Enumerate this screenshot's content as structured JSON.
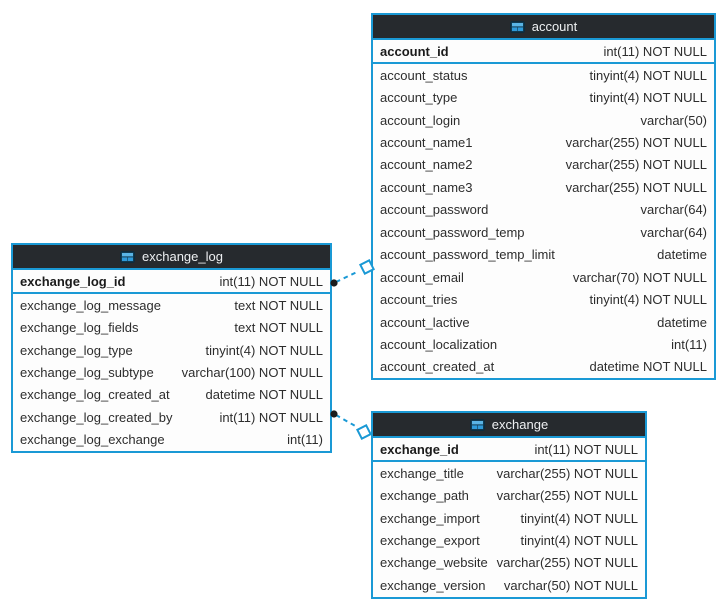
{
  "diagram": {
    "colors": {
      "accent": "#1a99d5",
      "header_bg": "#262a2e",
      "header_text": "#eef0f2",
      "row_text": "#2d2d2d",
      "canvas_bg": "#ffffff",
      "icon_blue": "#2f9ad9",
      "connector_dot": "#1c1c1c"
    },
    "tables": [
      {
        "title": "exchange_log",
        "icon": "table-grid-icon",
        "pk": {
          "name": "exchange_log_id",
          "type": "int(11) NOT NULL"
        },
        "fields": [
          {
            "name": "exchange_log_message",
            "type": "text NOT NULL"
          },
          {
            "name": "exchange_log_fields",
            "type": "text NOT NULL"
          },
          {
            "name": "exchange_log_type",
            "type": "tinyint(4) NOT NULL"
          },
          {
            "name": "exchange_log_subtype",
            "type": "varchar(100) NOT NULL"
          },
          {
            "name": "exchange_log_created_at",
            "type": "datetime NOT NULL"
          },
          {
            "name": "exchange_log_created_by",
            "type": "int(11) NOT NULL"
          },
          {
            "name": "exchange_log_exchange",
            "type": "int(11)"
          }
        ]
      },
      {
        "title": "account",
        "icon": "table-grid-icon",
        "pk": {
          "name": "account_id",
          "type": "int(11) NOT NULL"
        },
        "fields": [
          {
            "name": "account_status",
            "type": "tinyint(4) NOT NULL"
          },
          {
            "name": "account_type",
            "type": "tinyint(4) NOT NULL"
          },
          {
            "name": "account_login",
            "type": "varchar(50)"
          },
          {
            "name": "account_name1",
            "type": "varchar(255) NOT NULL"
          },
          {
            "name": "account_name2",
            "type": "varchar(255) NOT NULL"
          },
          {
            "name": "account_name3",
            "type": "varchar(255) NOT NULL"
          },
          {
            "name": "account_password",
            "type": "varchar(64)"
          },
          {
            "name": "account_password_temp",
            "type": "varchar(64)"
          },
          {
            "name": "account_password_temp_limit",
            "type": "datetime"
          },
          {
            "name": "account_email",
            "type": "varchar(70) NOT NULL"
          },
          {
            "name": "account_tries",
            "type": "tinyint(4) NOT NULL"
          },
          {
            "name": "account_lactive",
            "type": "datetime"
          },
          {
            "name": "account_localization",
            "type": "int(11)"
          },
          {
            "name": "account_created_at",
            "type": "datetime NOT NULL"
          }
        ]
      },
      {
        "title": "exchange",
        "icon": "table-grid-icon",
        "pk": {
          "name": "exchange_id",
          "type": "int(11) NOT NULL"
        },
        "fields": [
          {
            "name": "exchange_title",
            "type": "varchar(255) NOT NULL"
          },
          {
            "name": "exchange_path",
            "type": "varchar(255) NOT NULL"
          },
          {
            "name": "exchange_import",
            "type": "tinyint(4) NOT NULL"
          },
          {
            "name": "exchange_export",
            "type": "tinyint(4) NOT NULL"
          },
          {
            "name": "exchange_website",
            "type": "varchar(255) NOT NULL"
          },
          {
            "name": "exchange_version",
            "type": "varchar(50) NOT NULL"
          }
        ]
      }
    ],
    "relations": [
      {
        "from": "exchange_log",
        "to": "account",
        "style": "dashed"
      },
      {
        "from": "exchange_log",
        "to": "exchange",
        "style": "dashed"
      }
    ]
  }
}
